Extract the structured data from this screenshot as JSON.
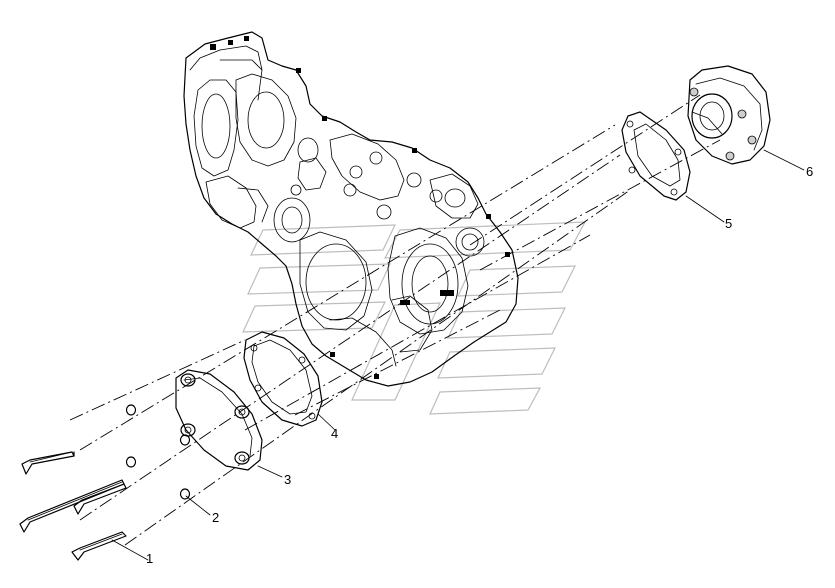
{
  "callouts": [
    {
      "id": "1",
      "label": "1"
    },
    {
      "id": "2",
      "label": "2"
    },
    {
      "id": "3",
      "label": "3"
    },
    {
      "id": "4",
      "label": "4"
    },
    {
      "id": "5",
      "label": "5"
    },
    {
      "id": "6",
      "label": "6"
    }
  ],
  "colors": {
    "line": "#000000",
    "watermark": "#bdbdbd",
    "background": "#ffffff"
  }
}
